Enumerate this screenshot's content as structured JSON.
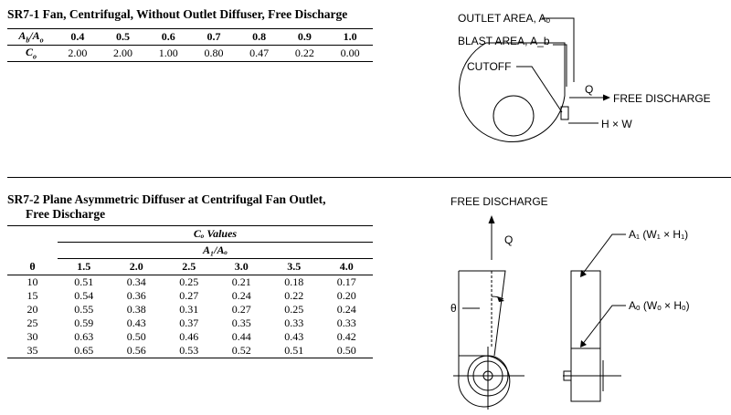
{
  "sr71": {
    "title": "SR7-1 Fan, Centrifugal, Without Outlet Diffuser, Free Discharge",
    "row_label_1": "Ab/Ao",
    "row_label_2": "Co",
    "ratios": [
      "0.4",
      "0.5",
      "0.6",
      "0.7",
      "0.8",
      "0.9",
      "1.0"
    ],
    "co": [
      "2.00",
      "2.00",
      "1.00",
      "0.80",
      "0.47",
      "0.22",
      "0.00"
    ],
    "figure": {
      "outlet_area": "OUTLET AREA, Aₒ",
      "blast_area": "BLAST AREA, A_b",
      "cutoff": "CUTOFF",
      "q": "Q",
      "free_discharge": "FREE DISCHARGE",
      "hxw": "H × W"
    }
  },
  "sr72": {
    "title_line1": "SR7-2 Plane Asymmetric Diffuser at Centrifugal Fan Outlet,",
    "title_line2": "Free Discharge",
    "co_values_header": "Cₒ Values",
    "ratio_header": "A₁/Aₒ",
    "theta_header": "θ",
    "ratios": [
      "1.5",
      "2.0",
      "2.5",
      "3.0",
      "3.5",
      "4.0"
    ],
    "rows": [
      {
        "theta": "10",
        "values": [
          "0.51",
          "0.34",
          "0.25",
          "0.21",
          "0.18",
          "0.17"
        ]
      },
      {
        "theta": "15",
        "values": [
          "0.54",
          "0.36",
          "0.27",
          "0.24",
          "0.22",
          "0.20"
        ]
      },
      {
        "theta": "20",
        "values": [
          "0.55",
          "0.38",
          "0.31",
          "0.27",
          "0.25",
          "0.24"
        ]
      },
      {
        "theta": "25",
        "values": [
          "0.59",
          "0.43",
          "0.37",
          "0.35",
          "0.33",
          "0.33"
        ]
      },
      {
        "theta": "30",
        "values": [
          "0.63",
          "0.50",
          "0.46",
          "0.44",
          "0.43",
          "0.42"
        ]
      },
      {
        "theta": "35",
        "values": [
          "0.65",
          "0.56",
          "0.53",
          "0.52",
          "0.51",
          "0.50"
        ]
      }
    ],
    "figure": {
      "free_discharge": "FREE DISCHARGE",
      "q": "Q",
      "a1": "A₁ (W₁ × H₁)",
      "a0": "Aₒ (Wₒ × Hₒ)",
      "theta": "θ"
    }
  }
}
